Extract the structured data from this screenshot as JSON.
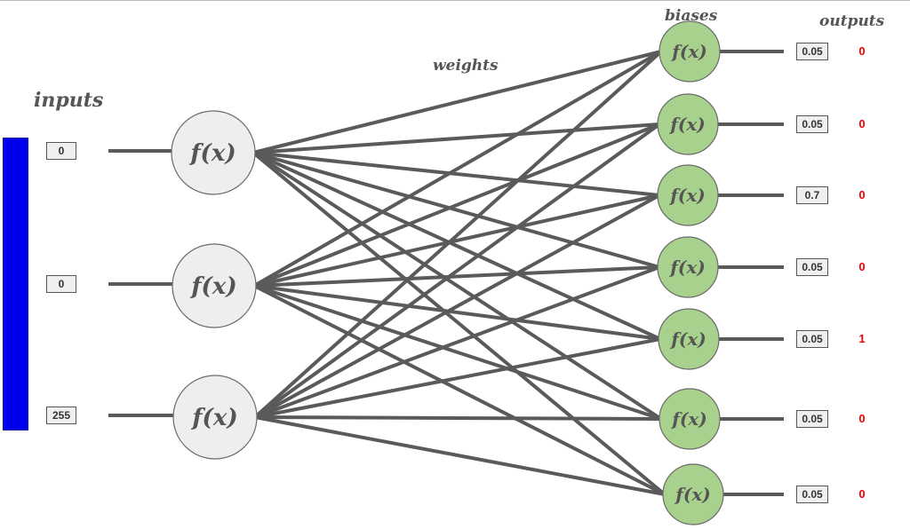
{
  "labels": {
    "inputs": "inputs",
    "weights": "weights",
    "biases": "biases",
    "outputs": "outputs"
  },
  "colors": {
    "input_bar": "#0000ee",
    "input_node_fill": "#eeeeee",
    "output_node_fill": "#a9d18e",
    "connection": "#5a5a5a",
    "prediction_text": "#ee0000"
  },
  "input_layer": {
    "values": [
      "0",
      "0",
      "255"
    ],
    "node_function": "f(x)"
  },
  "output_layer": {
    "node_function": "f(x)",
    "scores": [
      "0.05",
      "0.05",
      "0.7",
      "0.05",
      "0.05",
      "0.05",
      "0.05"
    ],
    "predictions": [
      "0",
      "0",
      "0",
      "0",
      "1",
      "0",
      "0"
    ]
  }
}
